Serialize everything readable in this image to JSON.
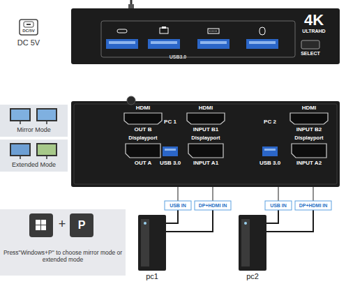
{
  "diagram": {
    "nodes": [
      {
        "text": [
          "4K",
          "ULTRAHD",
          "USB3.0"
        ]
      },
      {
        "text": [
          "SELECT"
        ],
        "in": 0
      },
      {
        "text": [
          "DC/5V",
          "DC 5V"
        ]
      },
      {
        "text": [
          "PC 1",
          "PC 2"
        ]
      },
      {
        "text": [
          "HDMI",
          "OUT B"
        ],
        "in": 3
      },
      {
        "text": [
          "Displayport",
          "OUT A"
        ],
        "in": 3
      },
      {
        "text": [
          "USB 3.0"
        ],
        "in": 3
      },
      {
        "text": [
          "HDMI",
          "INPUT B1"
        ],
        "in": 3
      },
      {
        "text": [
          "Displayport",
          "INPUT A1"
        ],
        "in": 3
      },
      {
        "text": [
          "USB 3.0"
        ],
        "in": 3
      },
      {
        "text": [
          "HDMI",
          "INPUT B2"
        ],
        "in": 3
      },
      {
        "text": [
          "Displayport",
          "INPUT A2"
        ],
        "in": 3
      },
      {
        "text": [
          "Mirror Mode"
        ]
      },
      {
        "text": [
          "Extended Mode"
        ]
      },
      {
        "text": [
          "USB IN"
        ]
      },
      {
        "text": [
          "DP+HDMI IN"
        ]
      },
      {
        "text": [
          "USB IN"
        ]
      },
      {
        "text": [
          "DP+HDMI IN"
        ]
      },
      {
        "text": [
          "pc1"
        ]
      },
      {
        "text": [
          "pc2"
        ]
      },
      {
        "text": [
          "Press\"Windows+P\" to choose mirror mode or extended mode"
        ]
      },
      {
        "text": [
          "P"
        ],
        "in": 20
      }
    ],
    "edges": [
      {
        "from": 14,
        "to": 6,
        "arrow": "none"
      },
      {
        "from": 15,
        "to": 8,
        "arrow": "none"
      },
      {
        "from": 16,
        "to": 9,
        "arrow": "none"
      },
      {
        "from": 17,
        "to": 11,
        "arrow": "none"
      },
      {
        "from": 18,
        "to": 14,
        "arrow": "none"
      },
      {
        "from": 18,
        "to": 15,
        "arrow": "none"
      },
      {
        "from": 19,
        "to": 16,
        "arrow": "none"
      },
      {
        "from": 19,
        "to": 17,
        "arrow": "none"
      }
    ],
    "labels": [
      "+"
    ]
  }
}
